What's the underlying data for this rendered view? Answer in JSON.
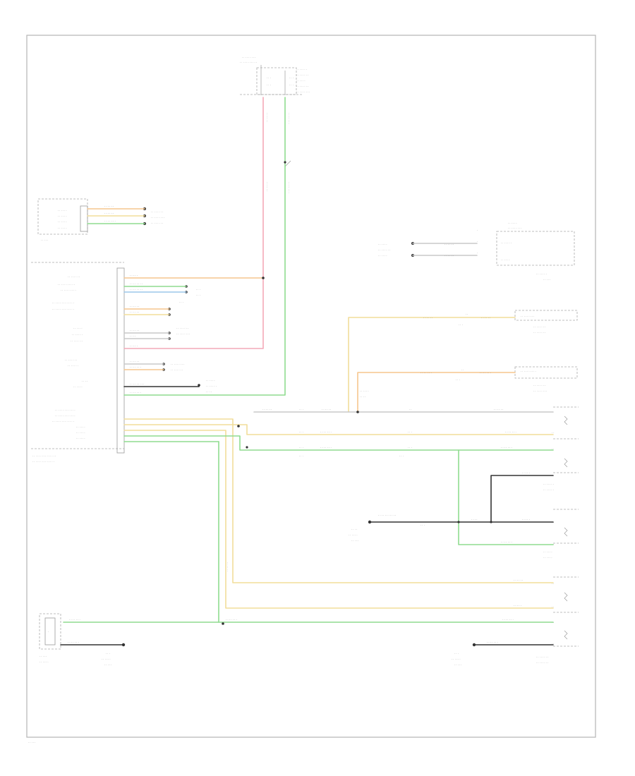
{
  "diagram": {
    "colors": {
      "frame": "#b5b5b5",
      "wire_pink": "#f4a9b8",
      "wire_green": "#8fdc8f",
      "wire_yellow": "#f2dd9a",
      "wire_orange": "#f6c68e",
      "wire_blue": "#9cc7ea",
      "wire_black": "#333333",
      "wire_gray": "#c8c8c8"
    },
    "text_legibility": "Labels in the source image are rendered at very low resolution and are not legible; text values are therefore omitted.",
    "components": [
      {
        "id": "top-connector",
        "icon": "connector-block"
      },
      {
        "id": "left-switch-module",
        "icon": "switch-block"
      },
      {
        "id": "center-control-module",
        "icon": "connector-block"
      },
      {
        "id": "right-top-relay",
        "icon": "relay-block"
      },
      {
        "id": "right-lamp-connectors",
        "icon": "lamp-connector"
      },
      {
        "id": "ground-points",
        "icon": "ground-icon"
      },
      {
        "id": "left-bottom-device",
        "icon": "switch-block"
      }
    ]
  }
}
